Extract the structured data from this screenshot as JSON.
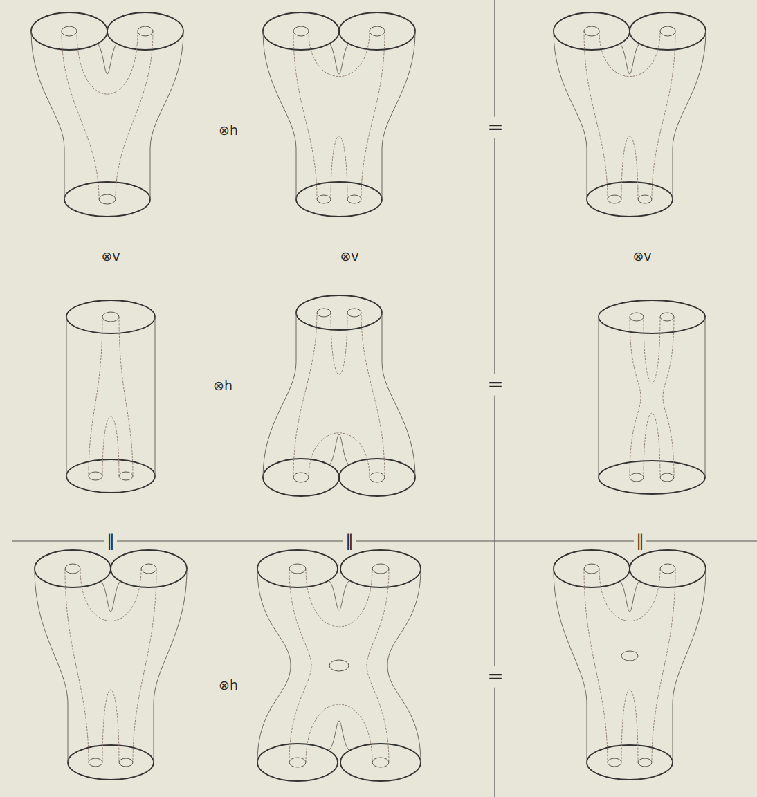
{
  "diagram": {
    "labels": [
      "⊗h",
      "=",
      "⊗v",
      "⊗v",
      "⊗v",
      "⊗h",
      "=",
      "∥",
      "∥",
      "∥",
      "⊗h",
      "="
    ]
  }
}
